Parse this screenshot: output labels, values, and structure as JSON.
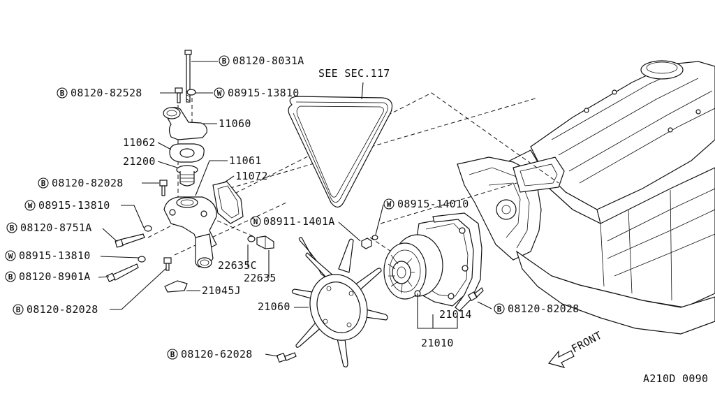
{
  "see_section": "SEE SEC.117",
  "diagram_code": "A210D 0090",
  "front_label": "FRONT",
  "labels": {
    "b_08120_8031a": {
      "prefix": "B",
      "text": "08120-8031A"
    },
    "b_08120_82528": {
      "prefix": "B",
      "text": "08120-82528"
    },
    "w_08915_13810_top": {
      "prefix": "W",
      "text": "08915-13810"
    },
    "p_11060": {
      "text": "11060"
    },
    "p_11062": {
      "text": "11062"
    },
    "p_21200": {
      "text": "21200"
    },
    "p_11061": {
      "text": "11061"
    },
    "b_08120_82028_top": {
      "prefix": "B",
      "text": "08120-82028"
    },
    "p_11072": {
      "text": "11072"
    },
    "w_08915_13810_mid": {
      "prefix": "W",
      "text": "08915-13810"
    },
    "b_08120_8751a": {
      "prefix": "B",
      "text": "08120-8751A"
    },
    "w_08915_13810_low": {
      "prefix": "W",
      "text": "08915-13810"
    },
    "b_08120_8901a": {
      "prefix": "B",
      "text": "08120-8901A"
    },
    "b_08120_82028_left": {
      "prefix": "B",
      "text": "08120-82028"
    },
    "p_22635c": {
      "text": "22635C"
    },
    "p_22635": {
      "text": "22635"
    },
    "p_21045j": {
      "text": "21045J"
    },
    "n_08911_1401a": {
      "prefix": "N",
      "text": "08911-1401A"
    },
    "w_08915_14010": {
      "prefix": "W",
      "text": "08915-14010"
    },
    "p_21060": {
      "text": "21060"
    },
    "p_21014": {
      "text": "21014"
    },
    "b_08120_82028_right": {
      "prefix": "B",
      "text": "08120-82028"
    },
    "p_21010": {
      "text": "21010"
    },
    "b_08120_62028": {
      "prefix": "B",
      "text": "08120-62028"
    }
  }
}
